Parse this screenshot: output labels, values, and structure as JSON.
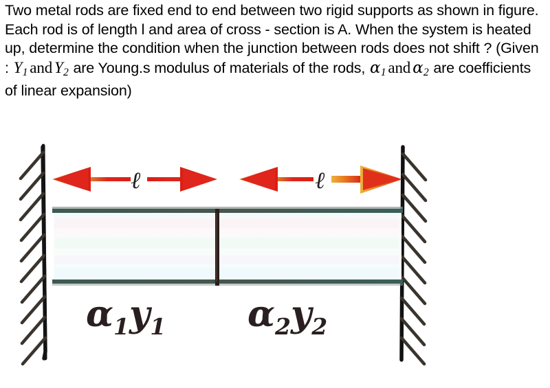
{
  "question": {
    "part1": "Two metal rods are fixed end to end between two rigid supports as shown in figure. Each rod is of length l and area of cross - section is A. When the system is heated up, determine the condition when the junction between rods does not shift ? (Given : ",
    "sym_Y": "Y",
    "sym_Y_sub1": "1",
    "sym_Y_sub2": "2",
    "and_1": "and",
    "part2": " are Young.s modulus of materials of the rods, ",
    "sym_alpha": "α",
    "sym_alpha_sub1": "1",
    "sym_alpha_sub2": "2",
    "and_2": "and",
    "part3": " are coefficients of linear expansion)"
  },
  "figure": {
    "name": "two-rods-between-rigid-supports",
    "left_support_label": "left-rigid-support-hatched-wall",
    "right_support_label": "right-rigid-support-hatched-wall",
    "length_label_left": "ℓ",
    "length_label_right": "ℓ",
    "rod1_label_alpha": "α",
    "rod1_label_alpha_sub": "1",
    "rod1_label_y": "y",
    "rod1_label_y_sub": "1",
    "rod2_label_alpha": "α",
    "rod2_label_alpha_sub": "2",
    "rod2_label_y": "y",
    "rod2_label_y_sub": "2",
    "colors": {
      "arrow_red": "#e0261c",
      "arrow_orange": "#e8931f",
      "rod_outline": "#415a52",
      "rod_fill": "#f7fdfd",
      "rod_fill_tint": "#e8f6f6",
      "support_line": "#1b1b1b",
      "hatch": "#3a3530",
      "junction": "#2b1d1d",
      "label_text": "#2a1f20"
    }
  }
}
